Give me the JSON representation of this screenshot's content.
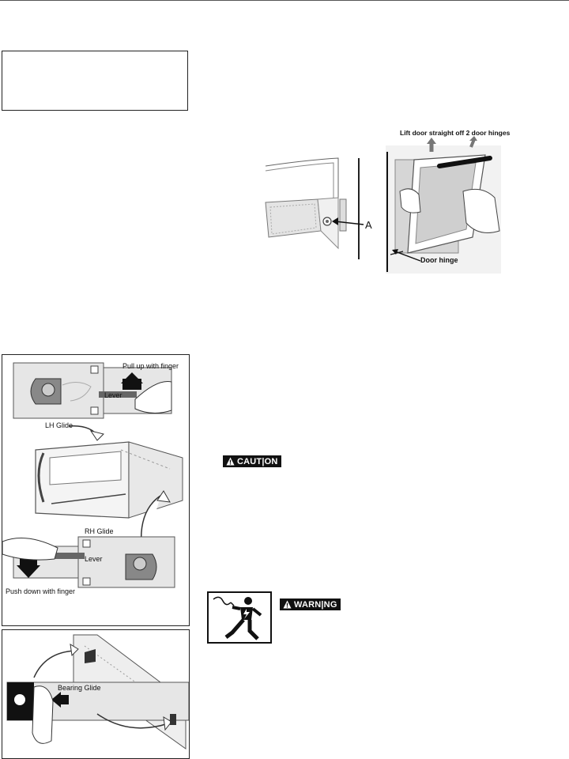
{
  "figure_door": {
    "lift_label": "Lift door straight off 2 door hinges",
    "point_label": "A",
    "hinge_label": "Door hinge"
  },
  "figure_drawer": {
    "pull_label": "Pull up with finger",
    "lever_label_left": "Lever",
    "lh_glide_label": "LH Glide",
    "rh_glide_label": "RH Glide",
    "lever_label_right": "Lever",
    "push_label": "Push down with finger"
  },
  "figure_bearing": {
    "bearing_label": "Bearing Glide"
  },
  "caution": {
    "text": "CAUT|ON",
    "icon": "warning-triangle-icon"
  },
  "warning": {
    "text": "WARN|NG",
    "icon": "warning-triangle-icon",
    "symbol": "electric-shock-icon"
  }
}
